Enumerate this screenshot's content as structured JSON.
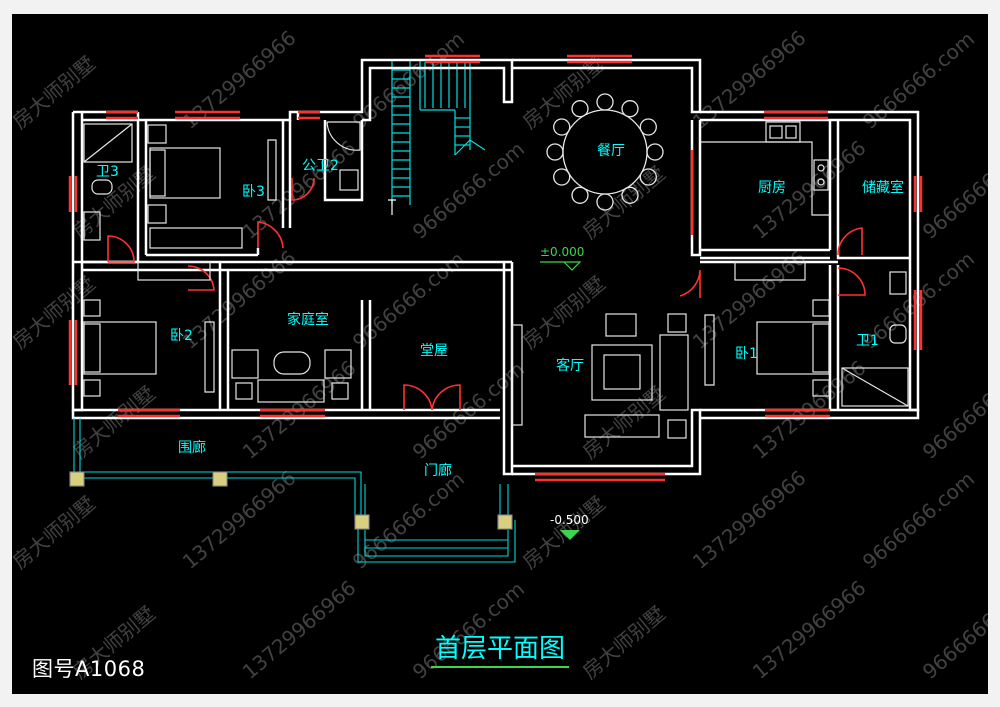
{
  "title": "首层平面图",
  "drawing_number": "图号A1068",
  "watermarks": [
    "房大师别墅",
    "13729966966",
    "9666666.com"
  ],
  "rooms": {
    "dining": "餐厅",
    "kitchen": "厨房",
    "storage": "储藏室",
    "bed3": "卧3",
    "bath3": "卫3",
    "public_bath2": "公卫2",
    "bed2": "卧2",
    "family_room": "家庭室",
    "hall": "堂屋",
    "living": "客厅",
    "bed1": "卧1",
    "bath1": "卫1",
    "veranda": "围廊",
    "porch": "门廊"
  },
  "levels": {
    "floor": "±0.000",
    "outside": "-0.500"
  },
  "colors": {
    "background": "#000000",
    "wall": "#ffffff",
    "window": "#ff3030",
    "label": "#00ffff",
    "fixture": "#e6e6e6",
    "accent": "#3bd64a"
  }
}
